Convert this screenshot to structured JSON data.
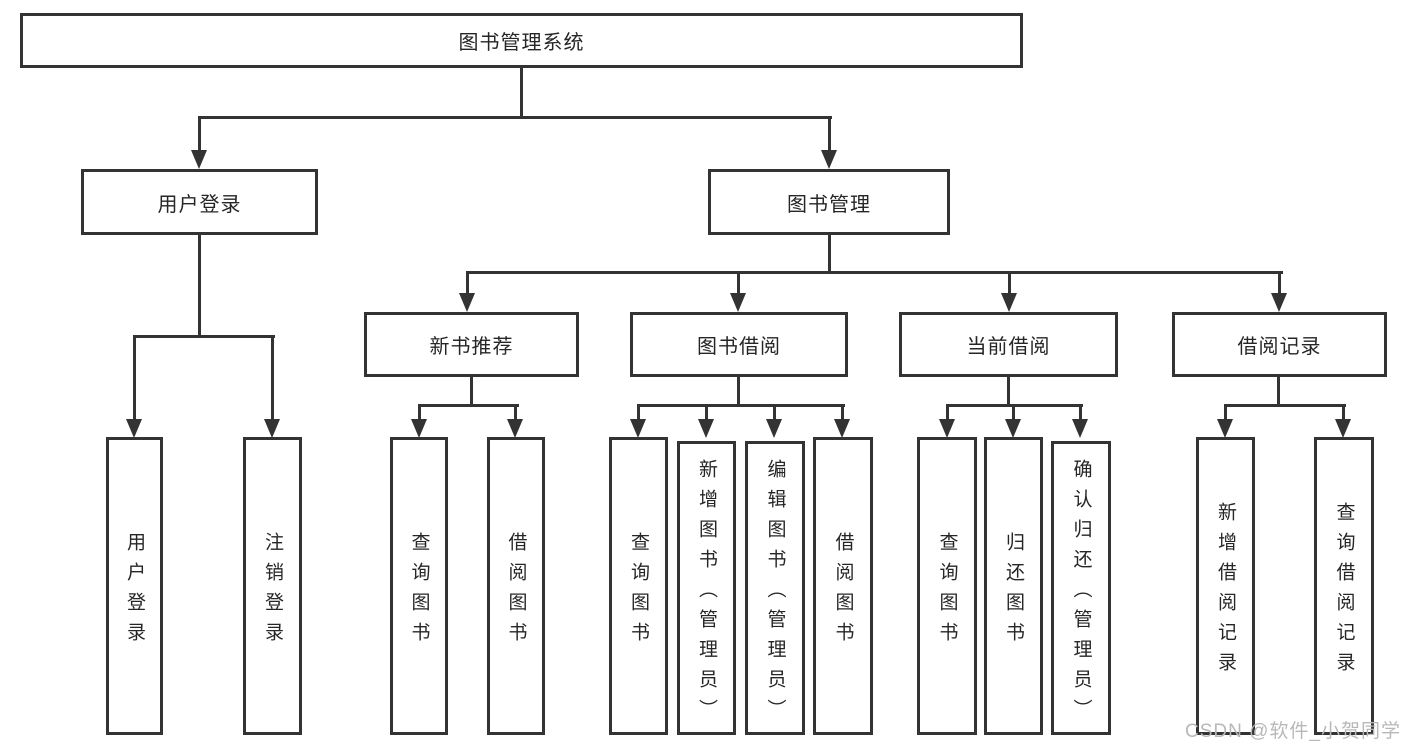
{
  "root": {
    "label": "图书管理系统"
  },
  "branches": {
    "user_login": {
      "label": "用户登录",
      "children": [
        {
          "label": "用户登录"
        },
        {
          "label": "注销登录"
        }
      ]
    },
    "book_mgmt": {
      "label": "图书管理",
      "children": [
        {
          "label": "新书推荐",
          "children": [
            {
              "label": "查询图书"
            },
            {
              "label": "借阅图书"
            }
          ]
        },
        {
          "label": "图书借阅",
          "children": [
            {
              "label": "查询图书"
            },
            {
              "label": "新增图书（管理员）"
            },
            {
              "label": "编辑图书（管理员）"
            },
            {
              "label": "借阅图书"
            }
          ]
        },
        {
          "label": "当前借阅",
          "children": [
            {
              "label": "查询图书"
            },
            {
              "label": "归还图书"
            },
            {
              "label": "确认归还（管理员）"
            }
          ]
        },
        {
          "label": "借阅记录",
          "children": [
            {
              "label": "新增借阅记录"
            },
            {
              "label": "查询借阅记录"
            }
          ]
        }
      ]
    }
  },
  "watermark": {
    "text": "CSDN @软件_小贺同学"
  },
  "colors": {
    "line": "#333333",
    "text": "#262626",
    "background": "#ffffff",
    "watermark": "#b8b8b8"
  }
}
